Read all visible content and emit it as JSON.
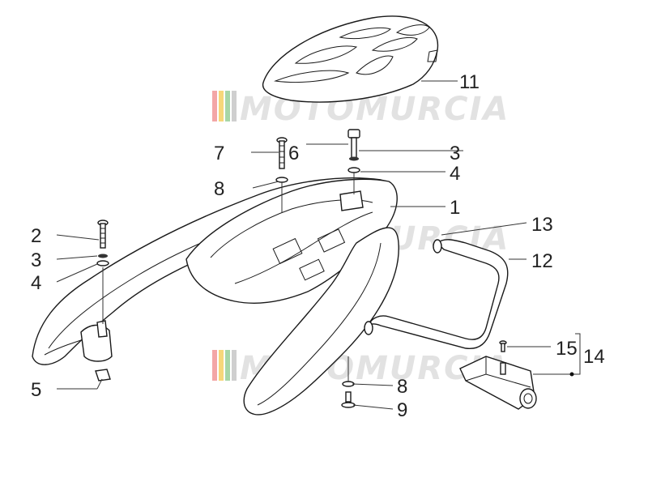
{
  "watermark": {
    "text": "MOTOMURCIA",
    "stripe_colors": [
      "#f3a6a6",
      "#f6d77a",
      "#a7d6a7",
      "#cfcfcf"
    ]
  },
  "callouts": {
    "c1": "1",
    "c2": "2",
    "c3a": "3",
    "c3b": "3",
    "c4a": "4",
    "c4b": "4",
    "c5": "5",
    "c6": "6",
    "c7": "7",
    "c8a": "8",
    "c8b": "8",
    "c9": "9",
    "c11": "11",
    "c12": "12",
    "c13": "13",
    "c14": "14",
    "c15": "15"
  }
}
